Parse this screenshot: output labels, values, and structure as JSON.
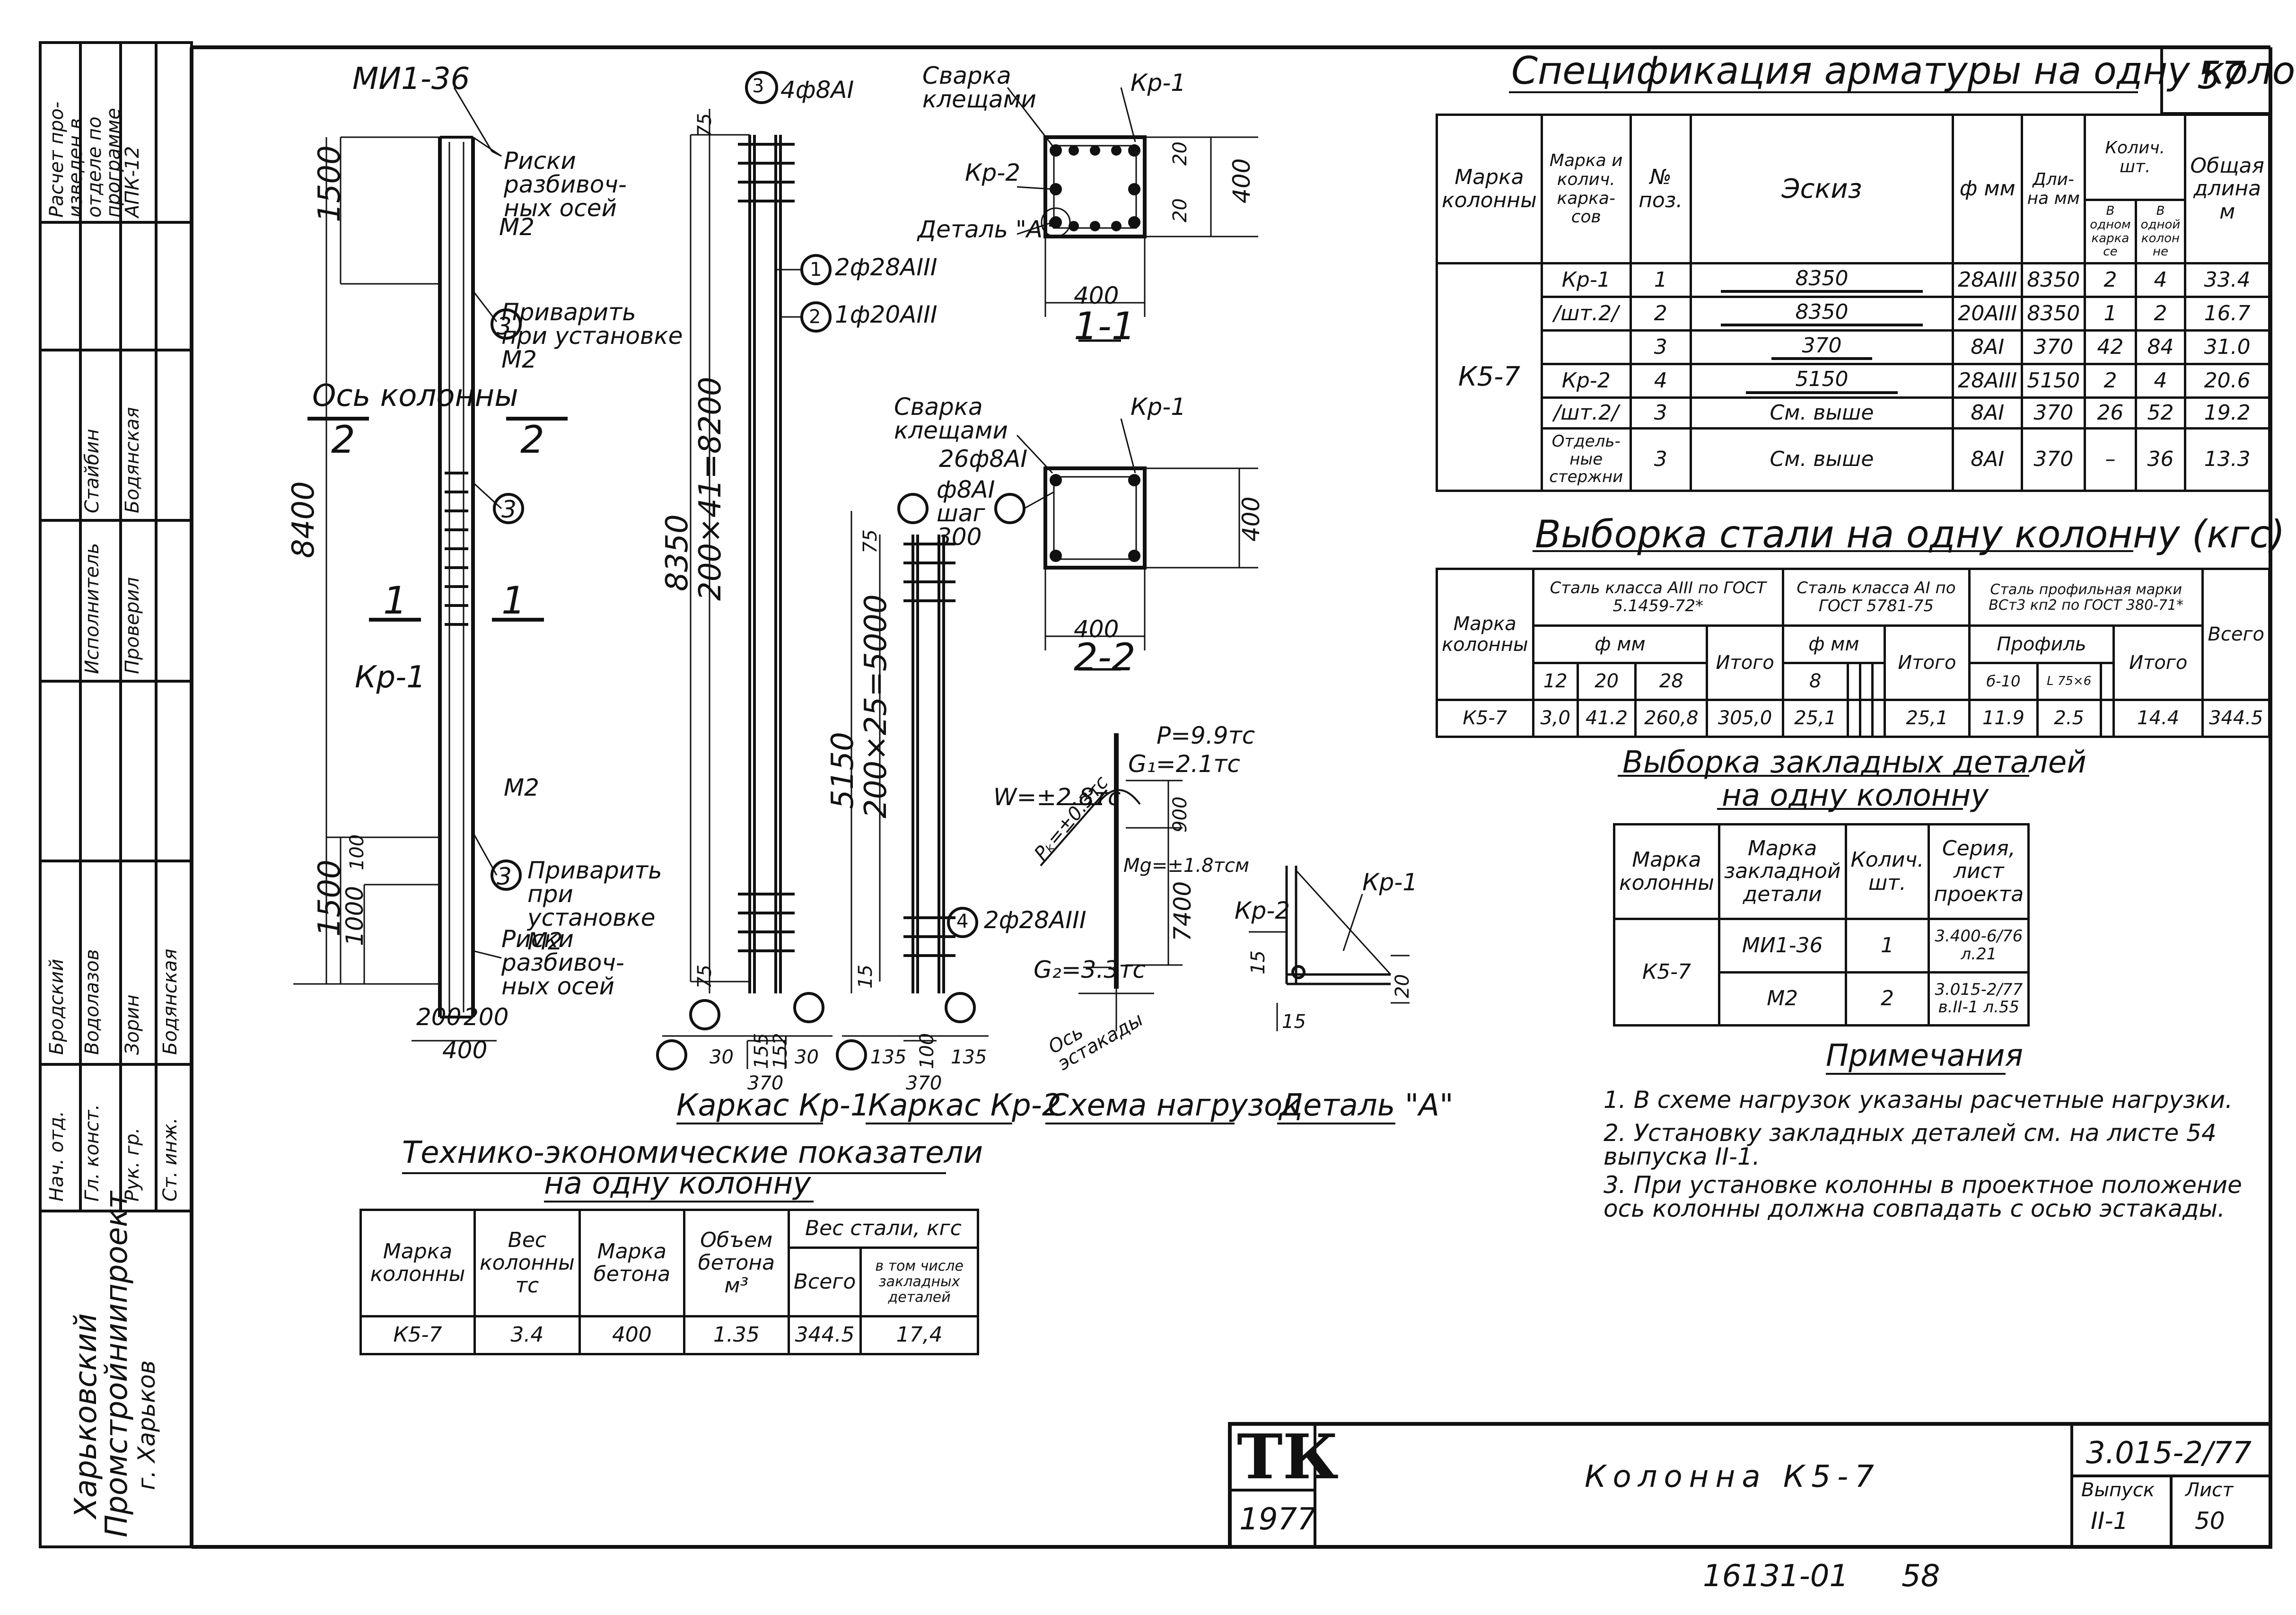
{
  "sheet_number": "57",
  "spec": {
    "title": "Спецификация арматуры на одну колонну",
    "headers": {
      "col_mark": "Марка колонны",
      "frame_mark": "Марка и колич. карка- сов",
      "pos": "№ поз.",
      "sketch": "Эскиз",
      "dia": "ф мм",
      "len": "Дли- на мм",
      "qty_group": "Колич. шт.",
      "qty_frame": "В одном карка се",
      "qty_col": "В одной колон не",
      "total": "Общая длина м"
    },
    "column_mark": "К5-7",
    "rows": [
      {
        "frame": "Кр-1",
        "pos": "1",
        "sketch": "8350",
        "dia": "28АIII",
        "len": "8350",
        "qf": "2",
        "qc": "4",
        "total": "33.4"
      },
      {
        "frame": "/шт.2/",
        "pos": "2",
        "sketch": "8350",
        "dia": "20АIII",
        "len": "8350",
        "qf": "1",
        "qc": "2",
        "total": "16.7"
      },
      {
        "frame": "",
        "pos": "3",
        "sketch": "370",
        "dia": "8АI",
        "len": "370",
        "qf": "42",
        "qc": "84",
        "total": "31.0"
      },
      {
        "frame": "Кр-2",
        "pos": "4",
        "sketch": "5150",
        "dia": "28АIII",
        "len": "5150",
        "qf": "2",
        "qc": "4",
        "total": "20.6"
      },
      {
        "frame": "/шт.2/",
        "pos": "3",
        "sketch": "См. выше",
        "dia": "8АI",
        "len": "370",
        "qf": "26",
        "qc": "52",
        "total": "19.2"
      },
      {
        "frame": "Отдель- ные стержни",
        "pos": "3",
        "sketch": "См. выше",
        "dia": "8АI",
        "len": "370",
        "qf": "–",
        "qc": "36",
        "total": "13.3"
      }
    ]
  },
  "steel": {
    "title": "Выборка стали на одну колонну (кгс)",
    "h_mark": "Марка колонны",
    "h_a3": "Сталь класса АIII по ГОСТ 5.1459-72*",
    "h_a1": "Сталь класса АI по ГОСТ 5781-75",
    "h_prof": "Сталь профильная марки ВСт3 кп2 по ГОСТ 380-71*",
    "h_fmm": "ф мм",
    "h_fmm2": "ф мм",
    "h_profile": "Профиль",
    "h_total": "Итого",
    "h_all": "Всего",
    "sub": [
      "12",
      "20",
      "28",
      "8",
      "б-10",
      "L 75×6"
    ],
    "row": {
      "mark": "К5-7",
      "a12": "3,0",
      "a20": "41.2",
      "a28": "260,8",
      "a_total": "305,0",
      "b8": "25,1",
      "b_total": "25,1",
      "p1": "11.9",
      "p2": "2.5",
      "p_total": "14.4",
      "all": "344.5"
    }
  },
  "embedded": {
    "title1": "Выборка закладных деталей",
    "title2": "на одну колонну",
    "h_col": "Марка колонны",
    "h_part": "Марка закладной детали",
    "h_qty": "Колич. шт.",
    "h_series": "Серия, лист проекта",
    "col_mark": "К5-7",
    "rows": [
      {
        "part": "МИ1-36",
        "qty": "1",
        "series": "3.400-6/76 л.21"
      },
      {
        "part": "М2",
        "qty": "2",
        "series": "3.015-2/77 в.II-1 л.55"
      }
    ]
  },
  "notes": {
    "title": "Примечания",
    "items": [
      "1. В схеме нагрузок указаны расчетные нагрузки.",
      "2. Установку закладных деталей см. на листе 54 выпуска II-1.",
      "3. При установке колонны в проектное положение ось колонны должна совпадать с осью эстакады."
    ]
  },
  "tep": {
    "title1": "Технико-экономические показатели",
    "title2": "на одну колонну",
    "h_mark": "Марка колонны",
    "h_weight": "Вес колонны тс",
    "h_concrete": "Марка бетона",
    "h_volume": "Объем бетона м³",
    "h_steel": "Вес стали, кгс",
    "h_all": "Всего",
    "h_incl": "в том числе закладных деталей",
    "row": {
      "mark": "К5-7",
      "weight": "3.4",
      "concrete": "400",
      "volume": "1.35",
      "all": "344.5",
      "incl": "17,4"
    }
  },
  "views": {
    "column": {
      "mi": "МИ1-36",
      "risk_top": "Риски разбивоч- ных осей",
      "m2": "М2",
      "weld_top": "Приварить при установке М2",
      "axis": "Ось колонны",
      "cut2": "2",
      "cut1": "1",
      "kr1": "Кр-1",
      "m2b": "М2",
      "weld_bot": "Приварить при установке М2",
      "risk_bot": "Риски разбивоч- ных осей",
      "dim_8400": "8400",
      "dim_1500a": "1500",
      "dim_1500b": "1500",
      "dim_1000": "1000",
      "dim_100": "100",
      "dim_200a": "200",
      "dim_200b": "200",
      "dim_400": "400",
      "c3": "3"
    },
    "frame1": {
      "top": "4ф8АI",
      "dim_75": "75",
      "dim_8350": "8350",
      "dim_8200": "200×41=8200",
      "n1": "2ф28АIII",
      "n2": "1ф20АIII",
      "dim_75b": "75",
      "sec_30a": "30",
      "sec_155": "155",
      "sec_152": "152",
      "sec_30b": "30",
      "sec_370": "370",
      "label": "Каркас Кр-1"
    },
    "frame2": {
      "weld": "Сварка клещами",
      "bar": "26ф8АI",
      "shag": "ф8АI шаг 300",
      "dim_5150": "5150",
      "dim_5000": "200×25=5000",
      "dim_75": "75",
      "dim_15": "15",
      "n4": "2ф28АIII",
      "sec_135a": "135",
      "sec_100": "100",
      "sec_135b": "135",
      "sec_370": "370",
      "label": "Каркас Кр-2"
    },
    "sec11": {
      "weld": "Сварка клещами",
      "kr1": "Кр-1",
      "kr2": "Кр-2",
      "detail": "Деталь \"А\"",
      "d400w": "400",
      "d400h": "400",
      "d20a": "20",
      "d20b": "20",
      "label": "1-1"
    },
    "sec22": {
      "kr1": "Кр-1",
      "d400w": "400",
      "d400h": "400",
      "label": "2-2"
    },
    "loads": {
      "p": "P=9.9тс",
      "g1": "G₁=2.1тс",
      "w": "W=±2.8тс",
      "pk": "Pₖ=±0.3тс",
      "m": "Mg=±1.8тсм",
      "g2": "G₂=3.3тс",
      "d900": "900",
      "d7400": "7400",
      "axis": "Ось эстакады",
      "label": "Схема нагрузок"
    },
    "detailA": {
      "kr2": "Кр-2",
      "kr1": "Кр-1",
      "d15a": "15",
      "d15b": "15",
      "d20": "20",
      "label": "Деталь \"А\""
    }
  },
  "stamp_left": {
    "org1": "Харьковский",
    "org2": "Промстройниипроект",
    "org3": "г. Харьков",
    "calc": "Расчет про- изведен в отделе по программе АПК-12",
    "roles": [
      "Нач. отд.",
      "Гл. конст.",
      "Рук. гр.",
      "Ст. инж.",
      "Исполнитель",
      "Проверил"
    ],
    "names": [
      "Бродский",
      "Водолазов",
      "Зорин",
      "Бодянская",
      "Стайбин",
      "Бодянская"
    ]
  },
  "title_block": {
    "logo": "ТК",
    "year": "1977",
    "name": "Колонна К5-7",
    "series": "3.015-2/77",
    "issue_h": "Выпуск",
    "issue": "II-1",
    "sheet_h": "Лист",
    "sheet": "50"
  },
  "archive": {
    "code": "16131-01",
    "page": "58"
  }
}
